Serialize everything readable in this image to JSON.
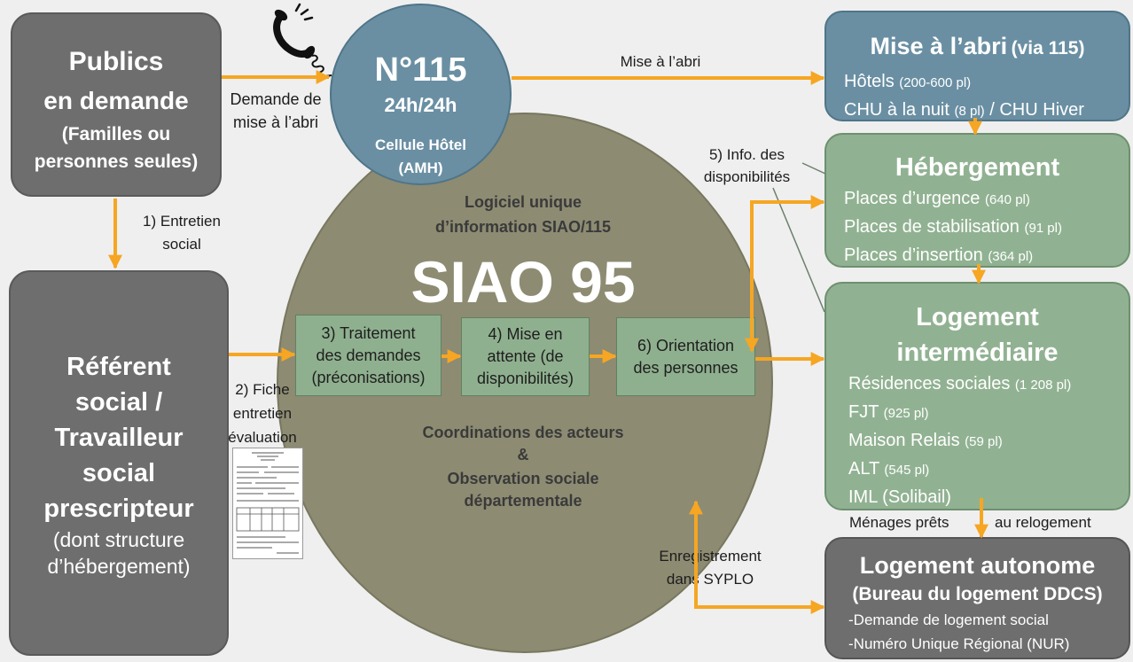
{
  "colors": {
    "background": "#efefef",
    "arrow": "#f6a623",
    "dark_box": "#6e6e6e",
    "blue_box": "#6a8fa3",
    "green_box": "#91b292",
    "siao_circle": "#8d8b72",
    "step_box": "#8fb08f"
  },
  "icons": {
    "telephone": "telephone-icon",
    "form": "evaluation-form-icon"
  },
  "publics_box": {
    "line1": "Publics",
    "line2": "en demande",
    "line3": "(Familles ou",
    "line4": "personnes seules)"
  },
  "n115_circle": {
    "title": "N°115",
    "hours": "24h/24h",
    "cell_line1": "Cellule Hôtel",
    "cell_line2": "(AMH)"
  },
  "siao_circle": {
    "software_line1": "Logiciel unique",
    "software_line2": "d’information SIAO/115",
    "title": "SIAO 95",
    "coord_line1": "Coordinations des acteurs",
    "coord_line2": "&",
    "coord_line3": "Observation sociale",
    "coord_line4": "départementale"
  },
  "steps": [
    {
      "line1": "3) Traitement",
      "line2": "des demandes",
      "line3": "(préconisations)"
    },
    {
      "line1": "4) Mise en",
      "line2": "attente (de",
      "line3": "disponibilités)"
    },
    {
      "line1": "6) Orientation",
      "line2": "des personnes"
    }
  ],
  "referent_box": {
    "line1": "Référent",
    "line2": "social /",
    "line3": "Travailleur",
    "line4": "social",
    "line5": "prescripteur",
    "line6": "(dont structure",
    "line7": "d’hébergement)"
  },
  "labels": {
    "demande_line1": "Demande de",
    "demande_line2": "mise à l’abri",
    "entretien_line1": "1) Entretien",
    "entretien_line2": "social",
    "mise_abri": "Mise à l’abri",
    "info_line1": "5) Info. des",
    "info_line2": "disponibilités",
    "fiche_line1": "2) Fiche",
    "fiche_line2": "entretien",
    "fiche_line3": "évaluation",
    "menages_left": "Ménages prêts",
    "menages_right": "au relogement",
    "syplo_line1": "Enregistrement",
    "syplo_line2": "dans SYPLO"
  },
  "mise_abri_box": {
    "title": "Mise à l’abri",
    "title_suffix": "(via 115)",
    "items": [
      {
        "name": "Hôtels",
        "count": "(200-600 pl)"
      },
      {
        "name": "CHU à la nuit",
        "count": "(8 pl)",
        "suffix": "/ CHU Hiver"
      }
    ]
  },
  "hebergement_box": {
    "title": "Hébergement",
    "items": [
      {
        "name": "Places d’urgence",
        "count": "(640 pl)"
      },
      {
        "name": "Places de stabilisation",
        "count": "(91 pl)"
      },
      {
        "name": "Places d’insertion",
        "count": "(364 pl)"
      }
    ]
  },
  "logement_intermediaire_box": {
    "title_line1": "Logement",
    "title_line2": "intermédiaire",
    "items": [
      {
        "name": "Résidences sociales",
        "count": "(1 208 pl)"
      },
      {
        "name": "FJT",
        "count": "(925 pl)"
      },
      {
        "name": "Maison Relais",
        "count": "(59 pl)"
      },
      {
        "name": "ALT",
        "count": "(545 pl)"
      },
      {
        "name": "IML (Solibail)"
      }
    ]
  },
  "logement_autonome_box": {
    "title": "Logement autonome",
    "subtitle": "(Bureau du logement DDCS)",
    "items": [
      "-Demande de logement social",
      "-Numéro Unique Régional (NUR)"
    ]
  }
}
